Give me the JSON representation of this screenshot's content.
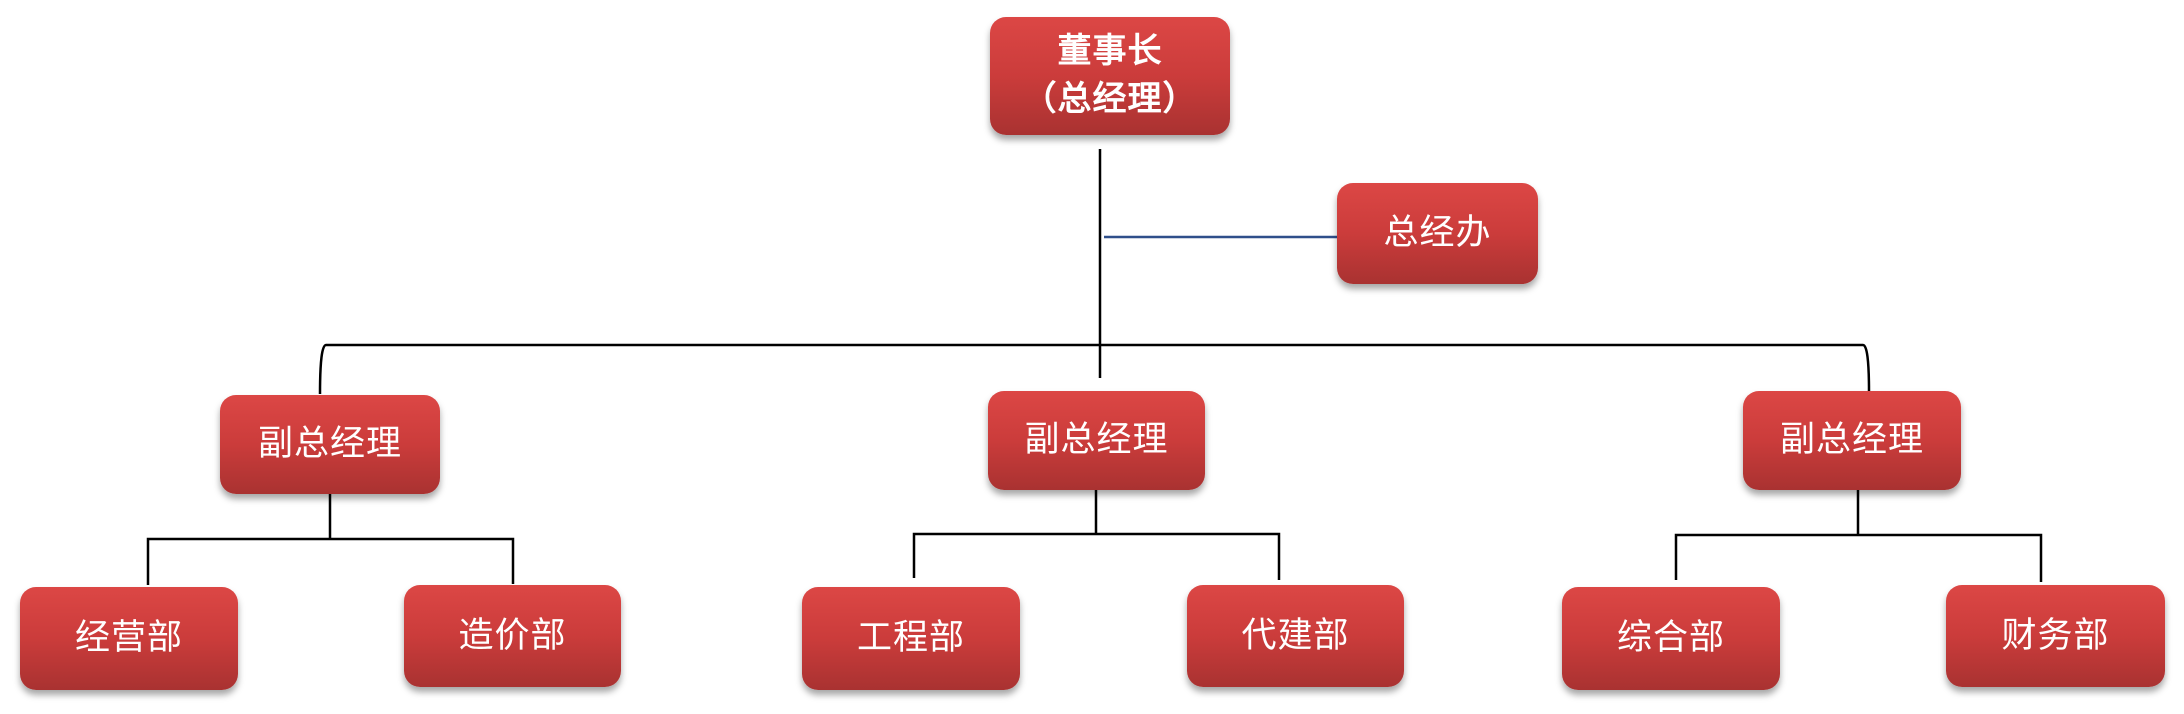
{
  "chairman": {
    "line1": "董事长",
    "line2": "（总经理）"
  },
  "office": "总经办",
  "vice_presidents": [
    {
      "label": "副总经理",
      "departments": [
        "经营部",
        "造价部"
      ]
    },
    {
      "label": "副总经理",
      "departments": [
        "工程部",
        "代建部"
      ]
    },
    {
      "label": "副总经理",
      "departments": [
        "综合部",
        "财务部"
      ]
    }
  ],
  "colors": {
    "box": "#cb3c3b",
    "line": "#000000",
    "office_line": "#2f4f8a"
  }
}
